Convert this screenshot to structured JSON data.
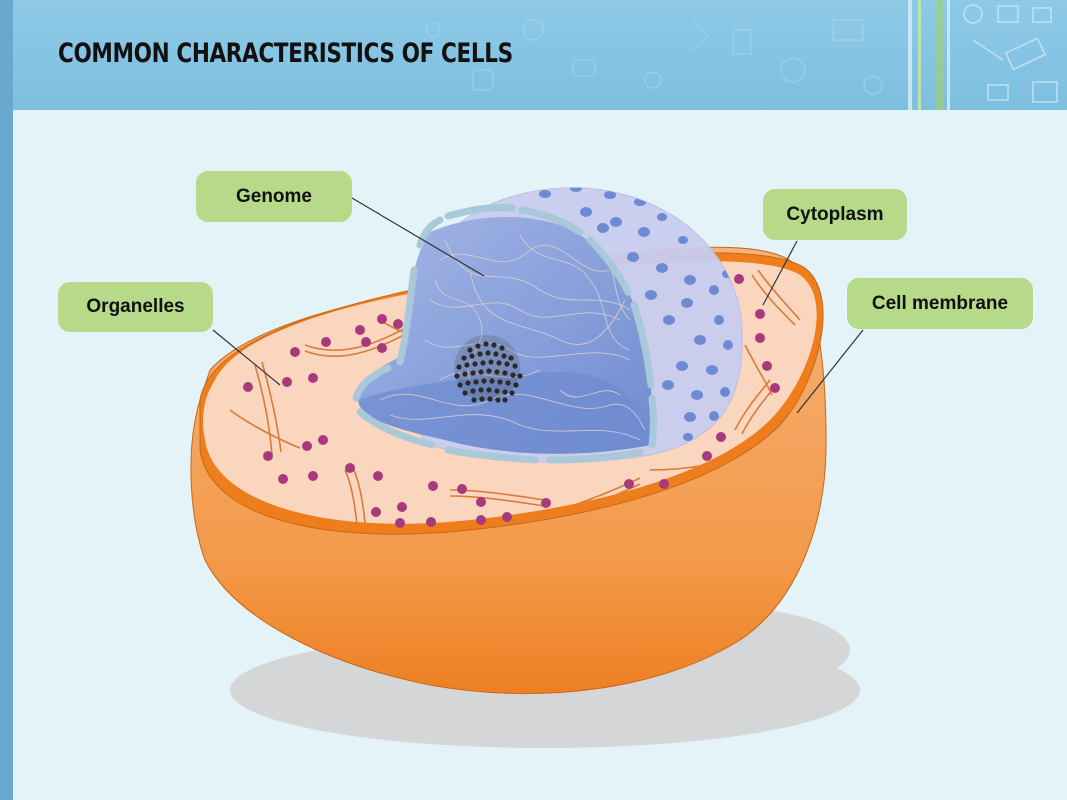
{
  "slide": {
    "title": "COMMON CHARACTERISTICS OF CELLS"
  },
  "diagram": {
    "labels": {
      "genome": "Genome",
      "organelles": "Organelles",
      "cytoplasm": "Cytoplasm",
      "cell_membrane": "Cell membrane"
    }
  },
  "colors": {
    "background": "#e4f3f7",
    "header": "#8ecae6",
    "left_stripe": "#69a9d0",
    "callout": "#b6d98a",
    "membrane": "#f08a2c",
    "cytoplasm": "#fbd6bf",
    "nucleus": "#7f9bd6",
    "nuclear_envelope": "#c9cdef",
    "organelle_dots": "#a8397b"
  }
}
